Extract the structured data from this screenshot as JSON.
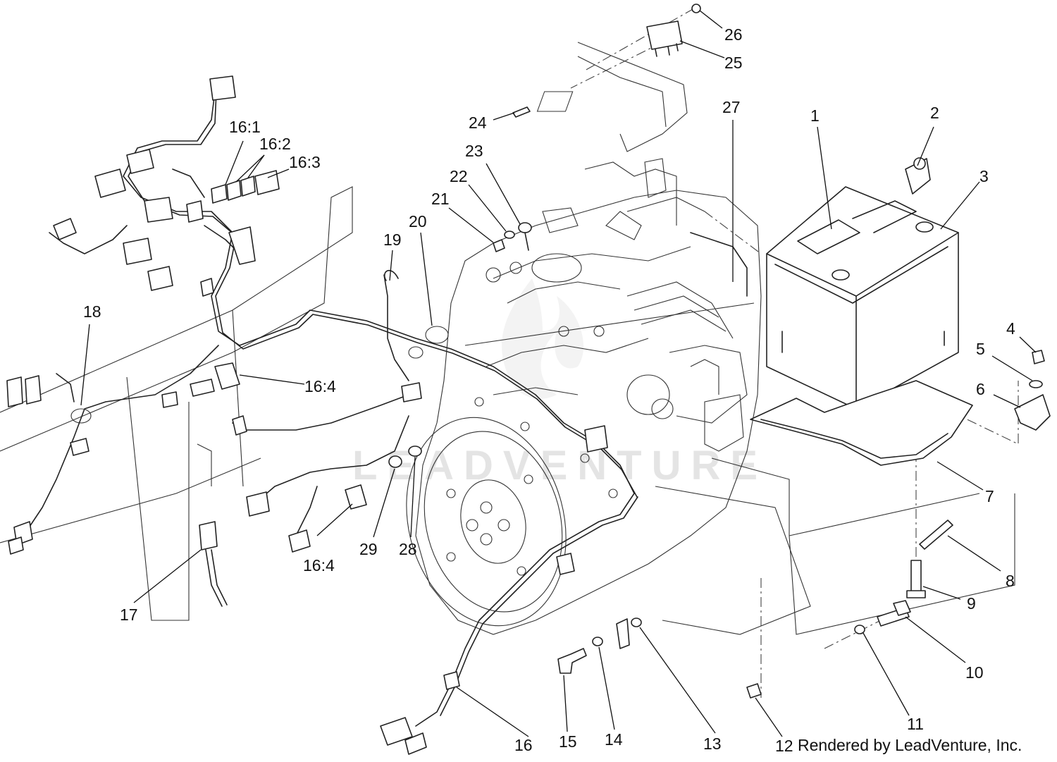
{
  "watermark": "LEADVENTURE",
  "credit": "Rendered by LeadVenture, Inc.",
  "callouts": {
    "c1": "1",
    "c2": "2",
    "c3": "3",
    "c4": "4",
    "c5": "5",
    "c6": "6",
    "c7": "7",
    "c8": "8",
    "c9": "9",
    "c10": "10",
    "c11": "11",
    "c12": "12",
    "c13": "13",
    "c14": "14",
    "c15": "15",
    "c16": "16",
    "c16_1": "16:1",
    "c16_2": "16:2",
    "c16_3": "16:3",
    "c16_4a": "16:4",
    "c16_4b": "16:4",
    "c17": "17",
    "c18": "18",
    "c19": "19",
    "c20": "20",
    "c21": "21",
    "c22": "22",
    "c23": "23",
    "c24": "24",
    "c25": "25",
    "c26": "26",
    "c27": "27",
    "c28": "28",
    "c29": "29"
  }
}
